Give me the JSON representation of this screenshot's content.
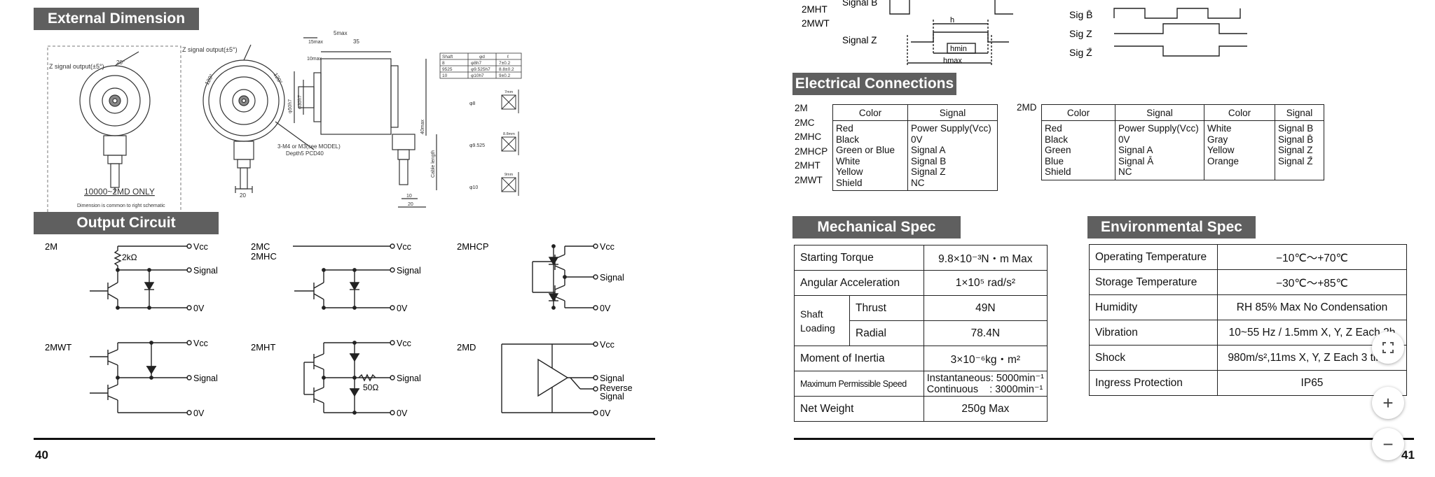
{
  "left_page": {
    "external_dimension_title": "External Dimension",
    "output_circuit_title": "Output Circuit",
    "drawing": {
      "z_signal_left": "Z signal output(±5°)",
      "z_signal_mid": "Z signal output(±5°)",
      "angle_20": "20°",
      "angle_120a": "120°",
      "angle_120b": "120°",
      "note_m4": "3-M4 or M3(see MODEL)",
      "note_depth": "Depth5 PCD40",
      "only_label": "10000~2MD ONLY",
      "common_note": "Dimension is common to right schematic",
      "dim_5max": "5max",
      "dim_35": "35",
      "dim_15max": "15max",
      "dim_10max": "10max",
      "dim_phi50": "φ50h7",
      "dim_phi30": "φ30h7",
      "dim_40max": "40max",
      "dim_20": "20",
      "dim_10": "10",
      "cable_length": "Cable length",
      "shaft_table": {
        "headers": [
          "Shaft",
          "φd",
          "ℓ"
        ],
        "rows": [
          [
            "8",
            "φ8h7",
            "7±0.2"
          ],
          [
            "9525",
            "φ9.525h7",
            "8.8±0.2"
          ],
          [
            "10",
            "φ10h7",
            "9±0.2"
          ]
        ]
      },
      "shaft_8": "φ8",
      "shaft_9525": "φ9.525",
      "shaft_10": "φ10",
      "flat_7": "7mm",
      "flat_88": "8.8mm",
      "flat_9": "9mm"
    },
    "circuits": {
      "c1": {
        "model": "2M",
        "vcc": "Vcc",
        "signal": "Signal",
        "ov": "0V",
        "res": "2kΩ"
      },
      "c2": {
        "model_a": "2MC",
        "model_b": "2MHC",
        "vcc": "Vcc",
        "signal": "Signal",
        "ov": "0V"
      },
      "c3": {
        "model": "2MHCP",
        "vcc": "Vcc",
        "signal": "Signal",
        "ov": "0V"
      },
      "c4": {
        "model": "2MWT",
        "vcc": "Vcc",
        "signal": "Signal",
        "ov": "0V"
      },
      "c5": {
        "model": "2MHT",
        "vcc": "Vcc",
        "signal": "Signal",
        "ov": "0V",
        "res": "50Ω"
      },
      "c6": {
        "model": "2MD",
        "vcc": "Vcc",
        "signal": "Signal",
        "rev_a": "Reverse",
        "rev_b": "Signal",
        "ov": "0V"
      }
    },
    "page_number": "40"
  },
  "right_page": {
    "waveforms": {
      "models": [
        "2MHT",
        "2MWT"
      ],
      "signal_b": "Signal B",
      "signal_z": "Signal Z",
      "h": "h",
      "hmin": "hmin",
      "hmax": "hmax",
      "sig_b_bar": "Sig B̄",
      "sig_z": "Sig Z",
      "sig_z_bar": "Sig Z̄"
    },
    "electrical_title": "Electrical Connections",
    "ec_models": [
      "2M",
      "2MC",
      "2MHC",
      "2MHCP",
      "2MHT",
      "2MWT"
    ],
    "ec_table1": {
      "headers": [
        "Color",
        "Signal"
      ],
      "colors": [
        "Red",
        "Black",
        "Green or Blue",
        "White",
        "Yellow",
        "Shield"
      ],
      "signals": [
        "Power Supply(Vcc)",
        "0V",
        "Signal A",
        "Signal B",
        "Signal Z",
        "NC"
      ]
    },
    "ec_2md_label": "2MD",
    "ec_table2": {
      "headers": [
        "Color",
        "Signal",
        "Color",
        "Signal"
      ],
      "colors1": [
        "Red",
        "Black",
        "Green",
        "Blue",
        "Shield"
      ],
      "signals1": [
        "Power Supply(Vcc)",
        "0V",
        "Signal A",
        "Signal Ā",
        "NC"
      ],
      "colors2": [
        "White",
        "Gray",
        "Yellow",
        "Orange"
      ],
      "signals2": [
        "Signal B",
        "Signal B̄",
        "Signal Z",
        "Signal Z̄"
      ]
    },
    "mechanical_title": "Mechanical Spec",
    "mech": {
      "starting_torque": "Starting Torque",
      "starting_torque_val": "9.8×10⁻³N・m Max",
      "angular_acc": "Angular Acceleration",
      "angular_acc_val": "1×10⁵ rad/s²",
      "shaft_a": "Shaft",
      "shaft_b": "Loading",
      "thrust": "Thrust",
      "thrust_val": "49N",
      "radial": "Radial",
      "radial_val": "78.4N",
      "inertia": "Moment of Inertia",
      "inertia_val": "3×10⁻⁶kg・m²",
      "max_speed": "Maximum Permissible Speed",
      "max_speed_val_a": "Instantaneous: 5000min⁻¹",
      "max_speed_val_b": "Continuous    : 3000min⁻¹",
      "weight": "Net Weight",
      "weight_val": "250g Max"
    },
    "environmental_title": "Environmental Spec",
    "env_rows": [
      {
        "label": "Operating Temperature",
        "value": "−10℃〜+70℃"
      },
      {
        "label": "Storage Temperature",
        "value": "−30℃〜+85℃"
      },
      {
        "label": "Humidity",
        "value": "RH 85% Max No Condensation"
      },
      {
        "label": "Vibration",
        "value": "10~55 Hz / 1.5mm  X, Y, Z Each 2h"
      },
      {
        "label": "Shock",
        "value": "980m/s²,11ms  X, Y, Z Each 3 times"
      },
      {
        "label": "Ingress Protection",
        "value": "IP65"
      }
    ],
    "page_number": "41"
  },
  "viewer_controls": {
    "fit_icon": "fullscreen-icon",
    "zoom_in": "+",
    "zoom_out": "−"
  }
}
